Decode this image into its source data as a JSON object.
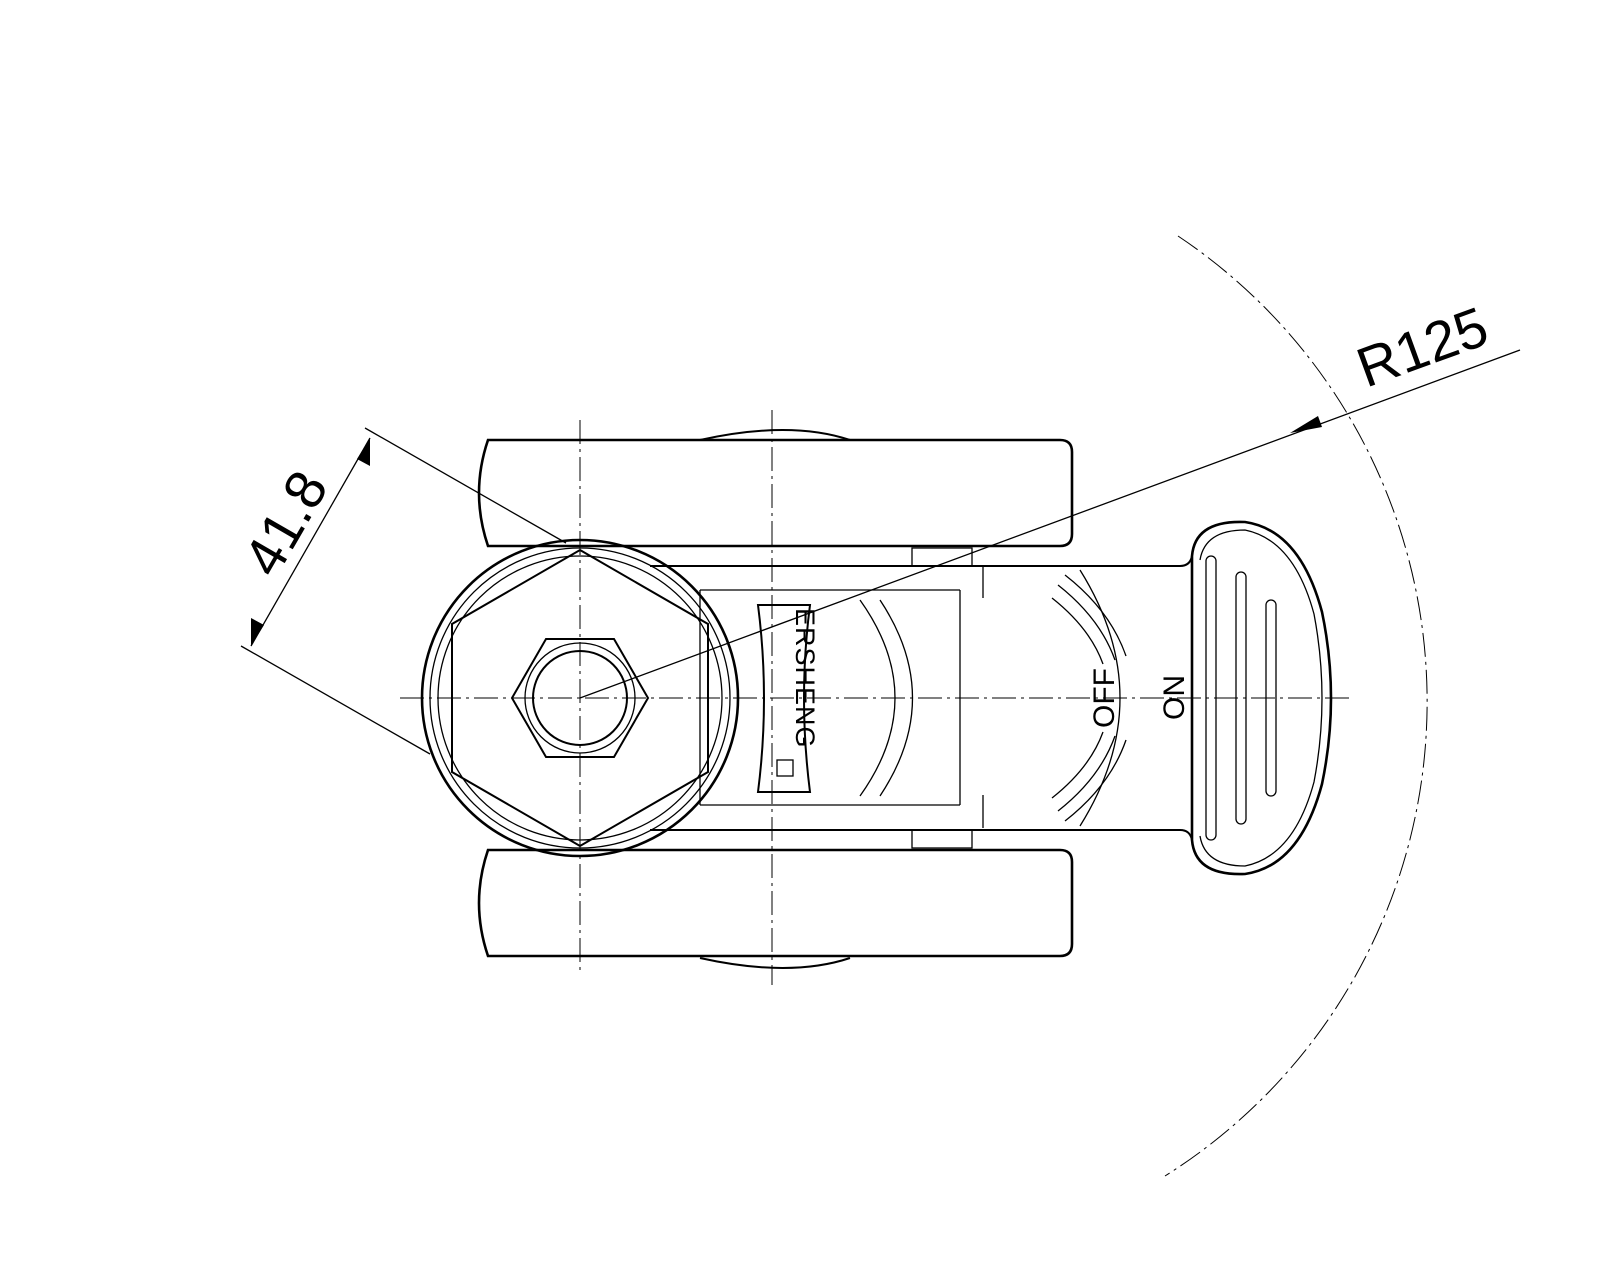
{
  "dimensions": {
    "hex_across_flats": "41.8",
    "handle_swing_radius": "R125"
  },
  "markings": {
    "brand": "ERSHENG",
    "off_label": "OFF",
    "on_label": "ON"
  },
  "colors": {
    "line": "#000000",
    "background": "#ffffff"
  }
}
